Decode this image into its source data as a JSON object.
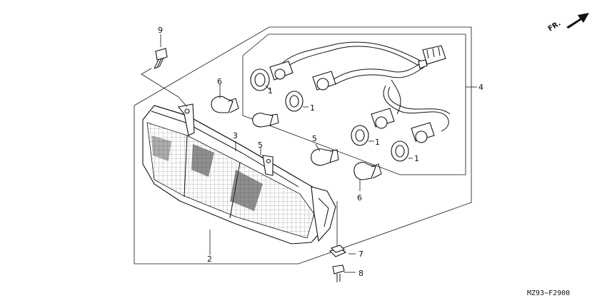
{
  "diagram": {
    "direction_marker": {
      "text": "FR.",
      "icon": "arrow-icon"
    },
    "callouts": [
      {
        "id": "c9",
        "text": "9"
      },
      {
        "id": "c6a",
        "text": "6"
      },
      {
        "id": "c3",
        "text": "3"
      },
      {
        "id": "c5a",
        "text": "5"
      },
      {
        "id": "c5b",
        "text": "5"
      },
      {
        "id": "c6b",
        "text": "6"
      },
      {
        "id": "c2",
        "text": "2"
      },
      {
        "id": "c4",
        "text": "4"
      },
      {
        "id": "c1a",
        "text": "1"
      },
      {
        "id": "c1b",
        "text": "1"
      },
      {
        "id": "c1c",
        "text": "1"
      },
      {
        "id": "c1d",
        "text": "1"
      },
      {
        "id": "c7",
        "text": "7"
      },
      {
        "id": "c8",
        "text": "8"
      }
    ],
    "drawing_code": "MZ93−F2900"
  }
}
